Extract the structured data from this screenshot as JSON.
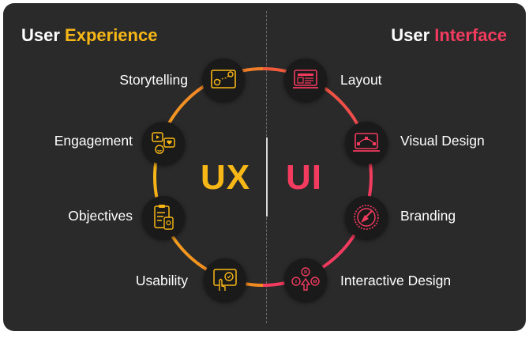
{
  "headings": {
    "ux_prefix": "User",
    "ux_accent": "Experience",
    "ui_prefix": "User",
    "ui_accent": "Interface"
  },
  "center": {
    "ux": "UX",
    "ui": "UI"
  },
  "ux_items": [
    {
      "label": "Storytelling",
      "icon": "storyboard-icon"
    },
    {
      "label": "Engagement",
      "icon": "engagement-icon"
    },
    {
      "label": "Objectives",
      "icon": "checklist-icon"
    },
    {
      "label": "Usability",
      "icon": "touch-screen-icon"
    }
  ],
  "ui_items": [
    {
      "label": "Layout",
      "icon": "layout-monitor-icon"
    },
    {
      "label": "Visual Design",
      "icon": "vector-laptop-icon"
    },
    {
      "label": "Branding",
      "icon": "pen-nib-icon"
    },
    {
      "label": "Interactive Design",
      "icon": "cursor-options-icon"
    }
  ],
  "colors": {
    "background": "#2a2a2a",
    "ux_accent": "#f7b716",
    "ui_accent": "#f23b5f",
    "ring_orange": "#f07d2a"
  }
}
